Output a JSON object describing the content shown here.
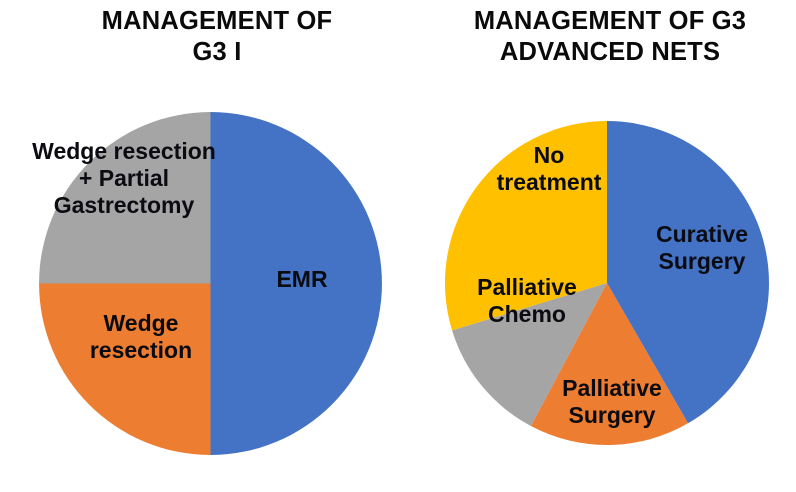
{
  "figure": {
    "background_color": "#ffffff",
    "panels": [
      {
        "id": "left",
        "title": "MANAGEMENT OF\nG3 I"
      },
      {
        "id": "right",
        "title": "MANAGEMENT OF G3\nADVANCED NETS"
      }
    ]
  },
  "palette": {
    "blue": "#4472C4",
    "orange": "#ED7D31",
    "grey": "#A5A5A5",
    "yellow": "#FFC000",
    "label_text": "#0b0b12",
    "title_text": "#0a0a0a"
  },
  "chart_data": [
    {
      "type": "pie",
      "id": "management-of-g3-i",
      "title": "MANAGEMENT OF G3 I",
      "title_lines": [
        "MANAGEMENT OF",
        "G3 I"
      ],
      "start_angle_deg": 0,
      "direction": "clockwise",
      "labels": [
        "EMR",
        "Wedge resection",
        "Wedge resection + Partial Gastrectomy"
      ],
      "label_lines": [
        [
          "EMR"
        ],
        [
          "Wedge",
          "resection"
        ],
        [
          "Wedge resection",
          "+ Partial",
          "Gastrectomy"
        ]
      ],
      "values": [
        50,
        25,
        25
      ],
      "percentages": [
        50,
        25,
        25
      ],
      "angles_deg": [
        180,
        90,
        90
      ],
      "colors": [
        "#4472C4",
        "#ED7D31",
        "#A5A5A5"
      ],
      "legend": "none",
      "grid": false,
      "labels_inside": true
    },
    {
      "type": "pie",
      "id": "management-of-g3-advanced-nets",
      "title": "MANAGEMENT OF G3 ADVANCED NETS",
      "title_lines": [
        "MANAGEMENT OF G3",
        "ADVANCED NETS"
      ],
      "start_angle_deg": 0,
      "direction": "clockwise",
      "labels": [
        "Curative Surgery",
        "Palliative Surgery",
        "Palliative Chemo",
        "No treatment"
      ],
      "label_lines": [
        [
          "Curative",
          "Surgery"
        ],
        [
          "Palliative",
          "Surgery"
        ],
        [
          "Palliative",
          "Chemo"
        ],
        [
          "No",
          "treatment"
        ]
      ],
      "values": [
        41.7,
        16.1,
        12.5,
        29.7
      ],
      "percentages": [
        41.7,
        16.1,
        12.5,
        29.7
      ],
      "angles_deg": [
        150,
        58,
        45,
        107
      ],
      "colors": [
        "#4472C4",
        "#ED7D31",
        "#A5A5A5",
        "#FFC000"
      ],
      "legend": "none",
      "grid": false,
      "labels_inside": true
    }
  ],
  "left_pie": {
    "title": "MANAGEMENT OF\nG3 I",
    "slices": {
      "emr": "EMR",
      "wedge_resection": "Wedge\nresection",
      "wedge_partial_gastrectomy": "Wedge resection\n+ Partial\nGastrectomy"
    }
  },
  "right_pie": {
    "title": "MANAGEMENT OF G3\nADVANCED NETS",
    "slices": {
      "curative_surgery": "Curative\nSurgery",
      "palliative_surgery": "Palliative\nSurgery",
      "palliative_chemo": "Palliative\nChemo",
      "no_treatment": "No\ntreatment"
    }
  }
}
